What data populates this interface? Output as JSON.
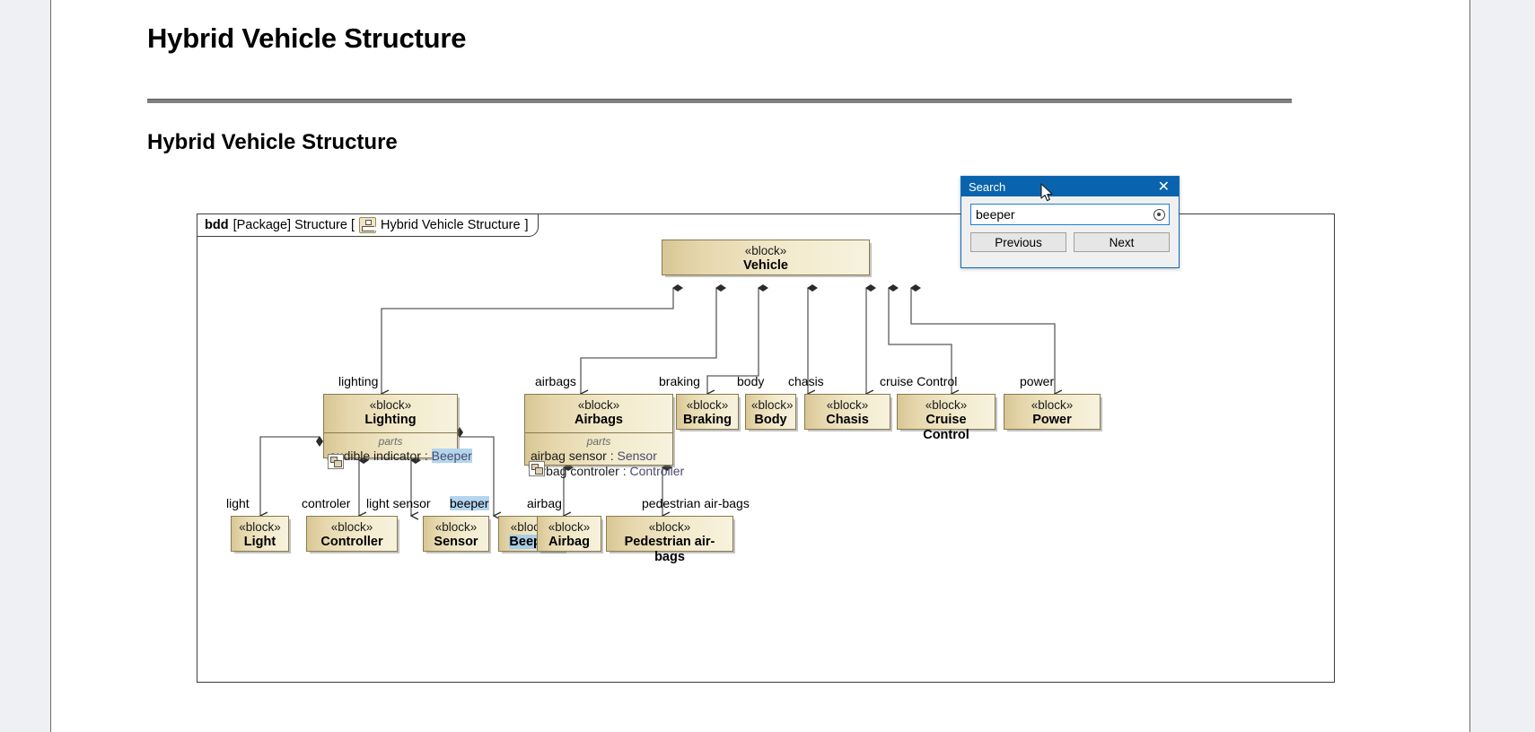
{
  "document": {
    "title": "Hybrid Vehicle Structure",
    "subtitle": "Hybrid Vehicle Structure"
  },
  "diagram": {
    "frame_header": {
      "kind": "bdd",
      "scope": "[Package] Structure [",
      "icon": "block-definition-diagram-icon",
      "name": "Hybrid Vehicle Structure",
      "close_bracket": "]"
    },
    "stereotype": "«block»",
    "parts_label": "parts",
    "blocks": [
      {
        "id": "vehicle",
        "name": "Vehicle"
      },
      {
        "id": "lighting",
        "name": "Lighting",
        "parts": [
          {
            "name": "audible indicator",
            "sep": " : ",
            "type": "Beeper",
            "type_highlighted": true
          }
        ]
      },
      {
        "id": "airbags",
        "name": "Airbags",
        "parts": [
          {
            "name": "airbag sensor",
            "sep": " : ",
            "type": "Sensor",
            "type_highlighted": false
          },
          {
            "name": "Airbag controler",
            "sep": " : ",
            "type": "Controller",
            "type_highlighted": false
          }
        ]
      },
      {
        "id": "braking",
        "name": "Braking"
      },
      {
        "id": "body",
        "name": "Body"
      },
      {
        "id": "chasis",
        "name": "Chasis"
      },
      {
        "id": "cruise",
        "name": "Cruise Control"
      },
      {
        "id": "power",
        "name": "Power"
      },
      {
        "id": "light",
        "name": "Light"
      },
      {
        "id": "controller",
        "name": "Controller"
      },
      {
        "id": "sensor",
        "name": "Sensor"
      },
      {
        "id": "beeper",
        "name": "Beeper",
        "name_highlighted": true
      },
      {
        "id": "airbag",
        "name": "Airbag"
      },
      {
        "id": "pedestrian",
        "name": "Pedestrian air-bags"
      }
    ],
    "role_labels": [
      {
        "id": "lighting",
        "text": "lighting"
      },
      {
        "id": "airbags",
        "text": "airbags"
      },
      {
        "id": "braking",
        "text": "braking"
      },
      {
        "id": "body",
        "text": "body"
      },
      {
        "id": "chasis",
        "text": "chasis"
      },
      {
        "id": "cruise",
        "text": "cruise Control"
      },
      {
        "id": "power",
        "text": "power"
      },
      {
        "id": "light",
        "text": "light"
      },
      {
        "id": "controler",
        "text": "controler"
      },
      {
        "id": "lightsensor",
        "text": "light sensor"
      },
      {
        "id": "beeper",
        "text": "beeper",
        "highlighted": true
      },
      {
        "id": "airbag",
        "text": "airbag"
      },
      {
        "id": "pedestrian",
        "text": "pedestrian air-bags"
      }
    ],
    "colors": {
      "block_fill_dark": "#d8c694",
      "block_fill_light": "#f7f2de",
      "block_border": "#8a7a4e",
      "highlight": "#b4d5ef",
      "connector": "#5a5a5a"
    }
  },
  "search": {
    "title": "Search",
    "close_label": "✕",
    "query": "beeper",
    "placeholder": "",
    "clear_icon": "gear-icon",
    "previous_label": "Previous",
    "next_label": "Next",
    "titlebar_color": "#0a64ad"
  }
}
